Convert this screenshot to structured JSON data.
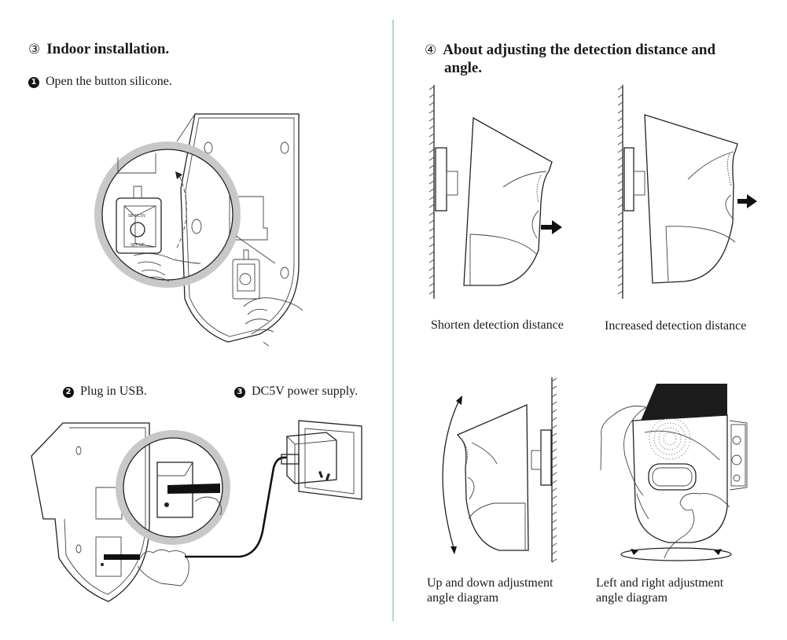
{
  "left_section": {
    "heading_number": "③",
    "heading": "Indoor installation.",
    "steps": [
      {
        "number": "1",
        "text": "Open the button silicone."
      },
      {
        "number": "2",
        "text": "Plug in USB."
      },
      {
        "number": "3",
        "text": "DC5V power supply."
      }
    ],
    "device_button_labels": {
      "top": "SB-DC5V",
      "bottom": "SET UP"
    }
  },
  "right_section": {
    "heading_number": "④",
    "heading_line1": "About adjusting the detection distance and",
    "heading_line2": "angle.",
    "diagrams": [
      {
        "caption_line1": "Shorten detection distance",
        "caption_line2": ""
      },
      {
        "caption_line1": "Increased detection distance",
        "caption_line2": ""
      },
      {
        "caption_line1": "Up and down adjustment",
        "caption_line2": "angle diagram"
      },
      {
        "caption_line1": "Left and right adjustment",
        "caption_line2": "angle diagram"
      }
    ]
  },
  "colors": {
    "divider": "#a9d9dd",
    "ink": "#1a1a1a",
    "solar_panel": "#1c1c1c"
  }
}
